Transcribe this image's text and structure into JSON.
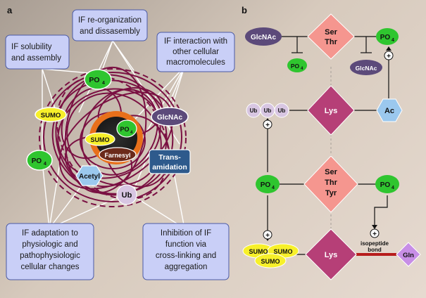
{
  "panels": {
    "a": "a",
    "b": "b"
  },
  "panel_a": {
    "callouts": {
      "reorganization": [
        "IF re-organization",
        "and dissasembly"
      ],
      "solubility": [
        "IF solubility",
        "and assembly"
      ],
      "interaction": [
        "IF interaction with",
        "other cellular",
        "macromolecules"
      ],
      "adaptation": [
        "IF adaptation to",
        "physiologic and",
        "pathophysiologic",
        "cellular changes"
      ],
      "inhibition": [
        "Inhibition of IF",
        "function via",
        "cross-linking and",
        "aggregation"
      ]
    },
    "labels": {
      "po4": "PO",
      "po4_sub": "4",
      "sumo": "SUMO",
      "glcnac": "GlcNAc",
      "farnesyl": "Farnesyl",
      "transamidation": [
        "Trans-",
        "amidation"
      ],
      "acetyl": "Acetyl",
      "ub": "Ub"
    }
  },
  "panel_b": {
    "ser_thr": [
      "Ser",
      "Thr"
    ],
    "ser_thr_tyr": [
      "Ser",
      "Thr",
      "Tyr"
    ],
    "lys": "Lys",
    "glcnac": "GlcNAc",
    "po4": "PO",
    "po4_sub": "4",
    "ub": "Ub",
    "ac": "Ac",
    "sumo": "SUMO",
    "gln": "Gln",
    "isopeptide": [
      "isopeptide",
      "bond"
    ],
    "plus": "+"
  },
  "colors": {
    "green": "#2fc52f",
    "purple": "#5c4a7a",
    "pink_diamond": "#f5968f",
    "magenta_diamond": "#b63f77",
    "blue_hex": "#9bc8ee",
    "yellow": "#f7f02a",
    "lavender": "#d8c6e2",
    "gln": "#c78ee6",
    "callout_fill": "#c9cff7",
    "filament": "#7a1042",
    "bond": "#b71c1c"
  }
}
